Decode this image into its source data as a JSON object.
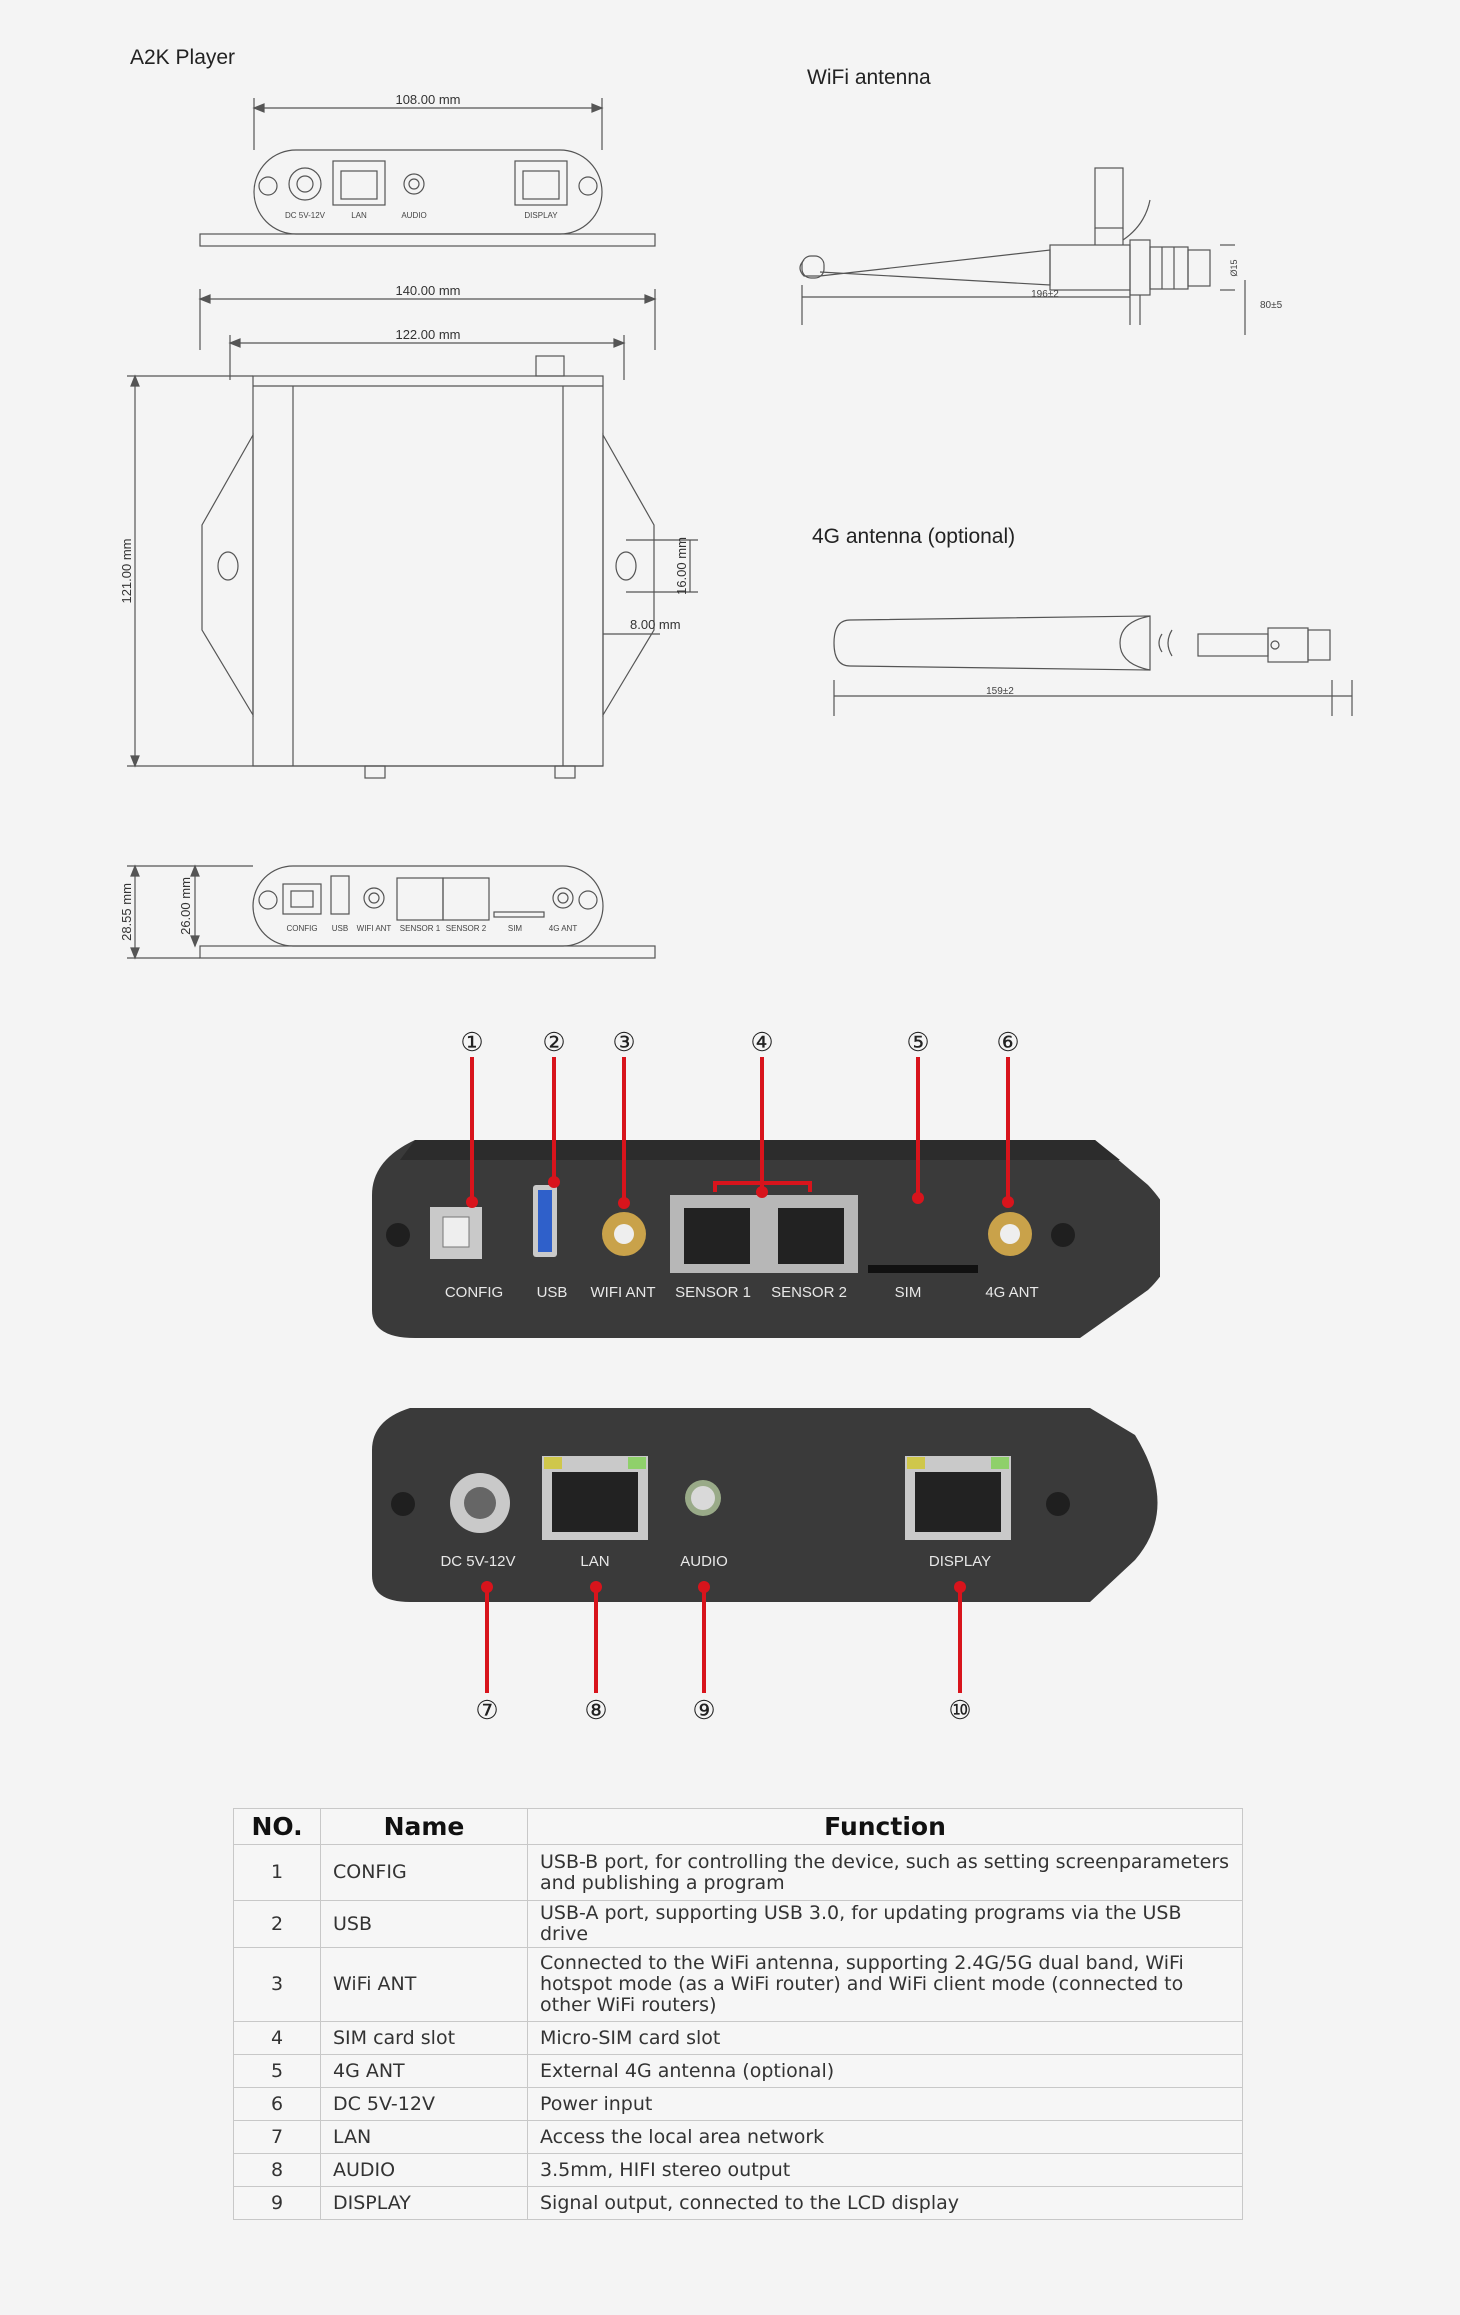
{
  "sections": {
    "player_title": "A2K Player",
    "wifi_title": "WiFi antenna",
    "g4_title": "4G antenna (optional)"
  },
  "drawing": {
    "top_width": "108.00 mm",
    "overall_width": "140.00 mm",
    "body_width": "122.00 mm",
    "depth": "121.00 mm",
    "slot_height": "16.00 mm",
    "slot_offset": "8.00 mm",
    "total_height": "28.55 mm",
    "body_height": "26.00 mm",
    "top_ports": [
      "DC 5V-12V",
      "LAN",
      "AUDIO",
      "DISPLAY"
    ],
    "bottom_ports": [
      "CONFIG",
      "USB",
      "WIFI ANT",
      "SENSOR 1",
      "SENSOR 2",
      "SIM",
      "4G ANT"
    ]
  },
  "antennas": {
    "wifi_length": "196±2",
    "wifi_base": "80±5",
    "wifi_dia": "Ø15",
    "g4_length": "159±2"
  },
  "photo_labels": {
    "front": [
      "CONFIG",
      "USB",
      "WIFI ANT",
      "SENSOR 1",
      "SENSOR 2",
      "SIM",
      "4G ANT"
    ],
    "back": [
      "DC 5V-12V",
      "LAN",
      "AUDIO",
      "DISPLAY"
    ],
    "callouts_top": [
      "①",
      "②",
      "③",
      "④",
      "⑤",
      "⑥"
    ],
    "callouts_bottom": [
      "⑦",
      "⑧",
      "⑨",
      "⑩"
    ]
  },
  "colors": {
    "callout_red": "#d8141c",
    "device_body": "#3a3a3a"
  },
  "table": {
    "headers": [
      "NO.",
      "Name",
      "Function"
    ],
    "rows": [
      {
        "no": "1",
        "name": "CONFIG",
        "function": "USB-B port, for controlling the device, such as setting screenparameters and publishing a program"
      },
      {
        "no": "2",
        "name": "USB",
        "function": "USB-A port, supporting USB 3.0, for updating programs via the USB drive"
      },
      {
        "no": "3",
        "name": "WiFi ANT",
        "function": "Connected to the WiFi antenna, supporting 2.4G/5G dual band, WiFi hotspot mode (as a WiFi router) and WiFi client mode (connected to other WiFi routers)"
      },
      {
        "no": "4",
        "name": "SIM card slot",
        "function": "Micro-SIM card slot"
      },
      {
        "no": "5",
        "name": "4G ANT",
        "function": "External 4G antenna (optional)"
      },
      {
        "no": "6",
        "name": "DC 5V-12V",
        "function": "Power input"
      },
      {
        "no": "7",
        "name": "LAN",
        "function": "Access the local area network"
      },
      {
        "no": "8",
        "name": "AUDIO",
        "function": "3.5mm, HIFI stereo output"
      },
      {
        "no": "9",
        "name": "DISPLAY",
        "function": "Signal output, connected to the LCD display"
      }
    ]
  }
}
